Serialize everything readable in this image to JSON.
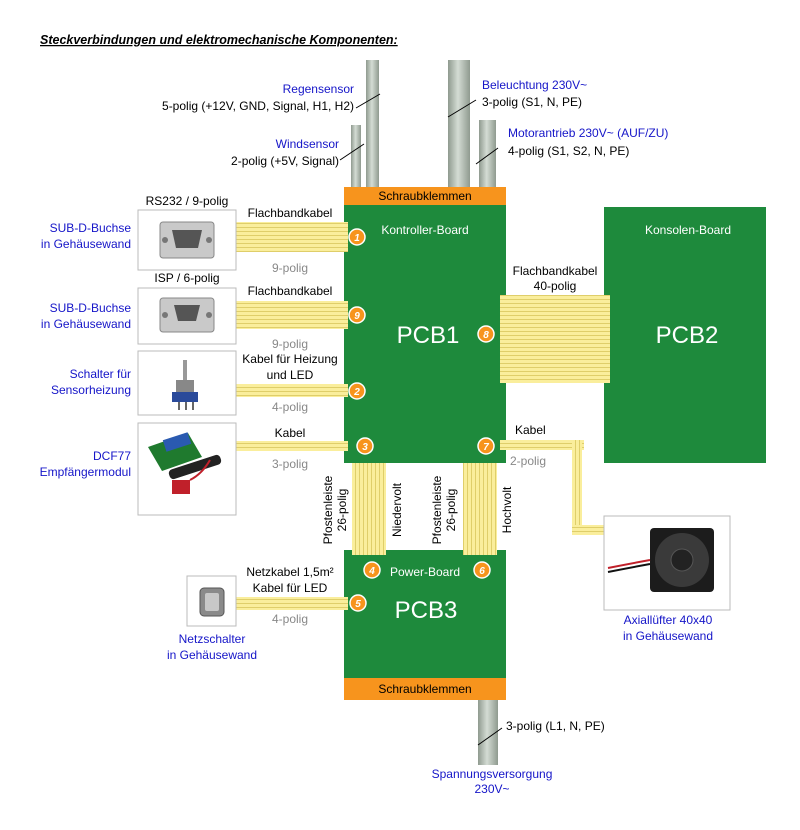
{
  "title": "Steckverbindungen und elektromechanische Komponenten:",
  "colors": {
    "pcb_green": "#1e8a3c",
    "terminal_orange": "#f7941d",
    "ribbon_yellow": "#faee9c",
    "cable_grey": "#b7c2b7",
    "label_blue": "#1515c8",
    "badge_orange": "#f7941d"
  },
  "boards": {
    "pcb1": {
      "label": "PCB1",
      "sub": "Kontroller-Board"
    },
    "pcb2": {
      "label": "PCB2",
      "sub": "Konsolen-Board"
    },
    "pcb3": {
      "label": "PCB3",
      "sub": "Power-Board"
    },
    "terminal_top": "Schraubklemmen",
    "terminal_bottom": "Schraubklemmen"
  },
  "top_cables": {
    "regen": {
      "name": "Regensensor",
      "spec": "5-polig (+12V, GND, Signal, H1, H2)"
    },
    "wind": {
      "name": "Windsensor",
      "spec": "2-polig (+5V, Signal)"
    },
    "licht": {
      "name": "Beleuchtung 230V~",
      "spec": "3-polig (S1, N, PE)"
    },
    "motor": {
      "name": "Motorantrieb 230V~ (AUF/ZU)",
      "spec": "4-polig (S1, S2, N, PE)"
    }
  },
  "bottom_cable": {
    "spec": "3-polig (L1, N, PE)",
    "name_line1": "Spannungsversorgung",
    "name_line2": "230V~"
  },
  "components": {
    "rs232": {
      "title": "RS232 / 9-polig",
      "label_line1": "SUB-D-Buchse",
      "label_line2": "in Gehäusewand",
      "cable": "Flachbandkabel",
      "poles": "9-polig",
      "badge": "1"
    },
    "isp": {
      "title": "ISP / 6-polig",
      "label_line1": "SUB-D-Buchse",
      "label_line2": "in Gehäusewand",
      "cable": "Flachbandkabel",
      "poles": "9-polig",
      "badge": "9"
    },
    "schalter": {
      "label_line1": "Schalter für",
      "label_line2": "Sensorheizung",
      "cable_line1": "Kabel für Heizung",
      "cable_line2": "und LED",
      "poles": "4-polig",
      "badge": "2"
    },
    "dcf77": {
      "label_line1": "DCF77",
      "label_line2": "Empfängermodul",
      "cable": "Kabel",
      "poles": "3-polig",
      "badge": "3"
    },
    "netz": {
      "label_line1": "Netzschalter",
      "label_line2": "in Gehäusewand",
      "cable_line1": "Netzkabel 1,5m²",
      "cable_line2": "Kabel für LED",
      "poles": "4-polig",
      "badge": "5"
    },
    "fan": {
      "label_line1": "Axiallüfter 40x40",
      "label_line2": "in Gehäusewand",
      "cable": "Kabel",
      "poles": "2-polig",
      "badge": "7"
    }
  },
  "pcb2_link": {
    "line1": "Flachbandkabel",
    "line2": "40-polig",
    "badge": "8"
  },
  "headers": {
    "left": {
      "line1": "Pfostenleiste",
      "line2": "26-polig",
      "side": "Niedervolt",
      "badge": "4"
    },
    "right": {
      "line1": "Pfostenleiste",
      "line2": "26-polig",
      "side": "Hochvolt",
      "badge": "6"
    }
  }
}
